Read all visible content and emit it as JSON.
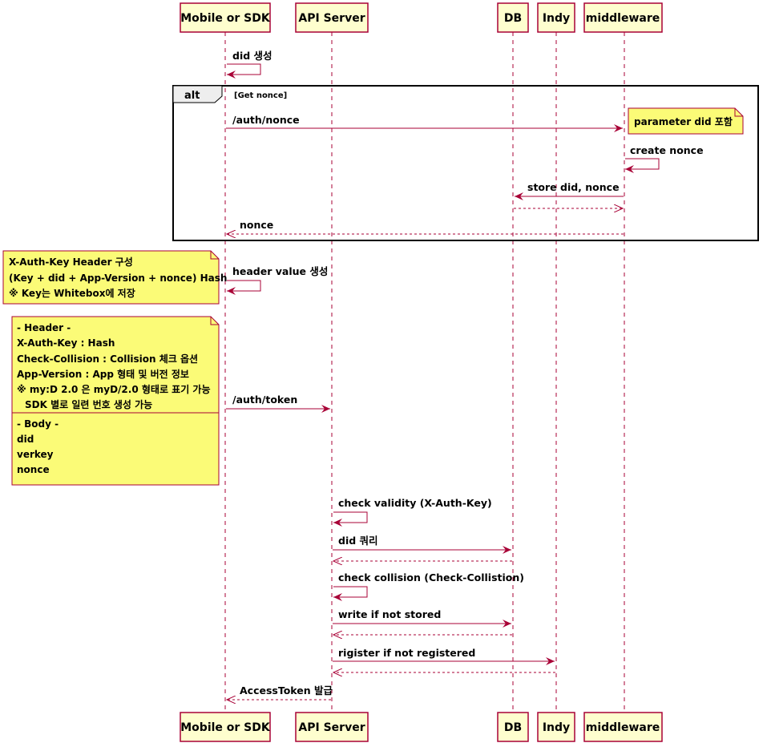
{
  "colors": {
    "participant_fill": "#FEFECE",
    "participant_border": "#A80036",
    "arrow": "#A80036",
    "note_fill": "#FBFB77",
    "lifeline": "#A80036",
    "alt_header_fill": "#EEEEEE"
  },
  "participants": {
    "mobile": "Mobile or SDK",
    "api": "API Server",
    "db": "DB",
    "indy": "Indy",
    "middleware": "middleware"
  },
  "alt": {
    "keyword": "alt",
    "condition": "[Get nonce]"
  },
  "messages": {
    "did_create": "did 생성",
    "auth_nonce": "/auth/nonce",
    "create_nonce": "create nonce",
    "store_did_nonce": "store did, nonce",
    "nonce_return": "nonce",
    "header_value": "header value 생성",
    "auth_token": "/auth/token",
    "check_validity": "check validity (X-Auth-Key)",
    "did_query": "did 쿼리",
    "check_collision": "check collision (Check-Collistion)",
    "write_if_not_stored": "write if not stored",
    "register_if_not_registered": "rigister if not registered",
    "access_token": "AccessToken 발급"
  },
  "notes": {
    "parameter": "parameter did 포함",
    "xauth": [
      "X-Auth-Key Header 구성",
      "(Key + did + App-Version + nonce) Hash",
      "※ Key는 Whitebox에 저장"
    ],
    "token_header": [
      "- Header -",
      "X-Auth-Key : Hash",
      "Check-Collision : Collision 체크 옵션",
      "App-Version : App 형태 및 버전 정보",
      "※ my:D 2.0 은 myD/2.0 형태로 표기 가능",
      "SDK 별로 일련 번호 생성 가능"
    ],
    "token_body": [
      "- Body -",
      "did",
      "verkey",
      "nonce"
    ]
  }
}
